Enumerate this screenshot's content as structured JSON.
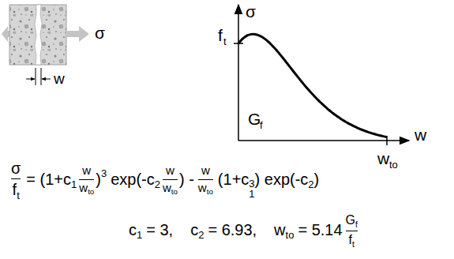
{
  "diagram": {
    "labels": [
      "σ",
      "w",
      "σ",
      "f",
      "t",
      "G",
      "f",
      "w",
      "w",
      "to",
      "σ",
      "f",
      "t",
      "= (1+c",
      "1",
      "w",
      "w",
      "to",
      ")",
      "3",
      "exp(-c",
      "2",
      "w",
      "w",
      "to",
      ") -",
      "w",
      "w",
      "to",
      "(1+c",
      "1",
      "3",
      ") exp(-c",
      "2",
      ")",
      "c",
      "1",
      "= 3,",
      "c",
      "2",
      "= 6.93,",
      "w",
      "to",
      "= 5.14",
      "G",
      "f",
      "f",
      "t"
    ]
  }
}
